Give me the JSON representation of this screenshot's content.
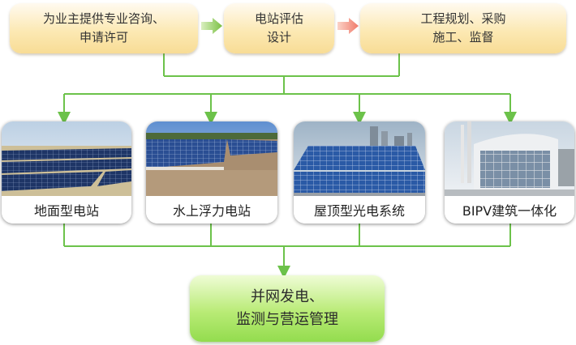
{
  "steps": [
    {
      "line1": "为业主提供专业咨询、",
      "line2": "申请许可"
    },
    {
      "line1": "电站评估",
      "line2": "设计"
    },
    {
      "line1": "工程规划、采购",
      "line2": "施工、监督"
    }
  ],
  "station_types": [
    {
      "label": "地面型电站"
    },
    {
      "label": "水上浮力电站"
    },
    {
      "label": "屋顶型光电系统"
    },
    {
      "label": "BIPV建筑一体化"
    }
  ],
  "outcome": {
    "line1": "并网发电、",
    "line2": "监测与营运管理"
  },
  "colors": {
    "connector": "#6cc24a",
    "arrow_green": "#7bc043",
    "arrow_red": "#f07a6a",
    "top_box": "#fce9b4",
    "bottom_box": "#b9eb76"
  },
  "icons": [
    "arrow-right-green-icon",
    "arrow-right-red-icon",
    "arrow-down-icon"
  ]
}
